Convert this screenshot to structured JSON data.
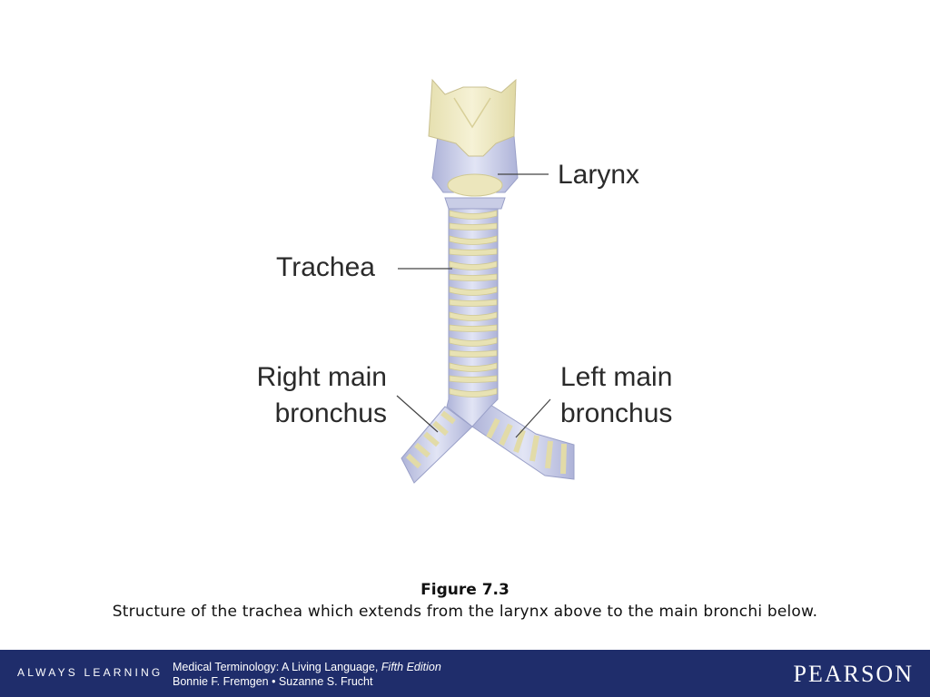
{
  "labels": {
    "larynx": "Larynx",
    "trachea": "Trachea",
    "right_line1": "Right main",
    "right_line2": "bronchus",
    "left_line1": "Left main",
    "left_line2": "bronchus"
  },
  "caption": {
    "title": "Figure 7.3",
    "text": "Structure of the trachea which extends from the larynx above to the main bronchi below."
  },
  "footer": {
    "tagline": "ALWAYS LEARNING",
    "book_title": "Medical Terminology: A Living Language, ",
    "book_edition": "Fifth Edition",
    "authors": "Bonnie F. Fremgen • Suzanne S. Frucht",
    "publisher": "PEARSON",
    "background_color": "#1f2d6b"
  },
  "colors": {
    "cartilage": "#e8e2b4",
    "membrane": "#c9cde6",
    "leader_line": "#444444"
  }
}
